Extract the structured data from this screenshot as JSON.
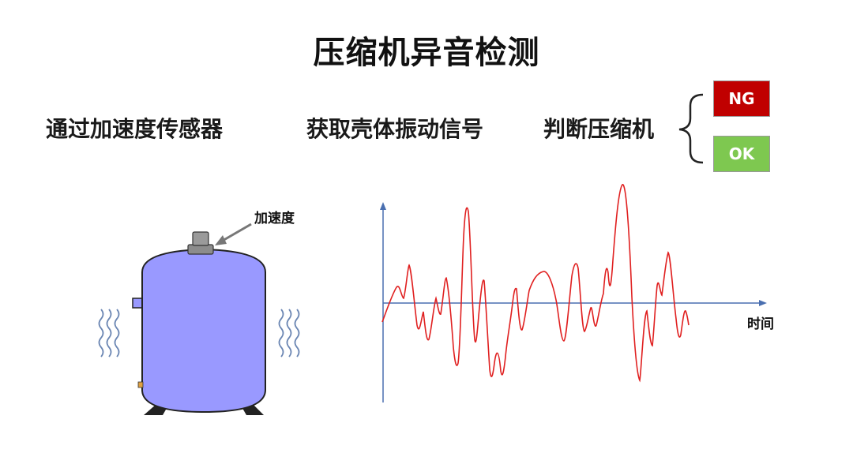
{
  "title": "压缩机异音检测",
  "steps": [
    "通过加速度传感器",
    "获取壳体振动信号",
    "判断压缩机"
  ],
  "results": {
    "ng": {
      "label": "NG",
      "color": "#c00000"
    },
    "ok": {
      "label": "OK",
      "color": "#7ec850"
    }
  },
  "compressor": {
    "sensor_label": "加速度",
    "body_color": "#9999ff"
  },
  "signal_chart": {
    "x_axis_label": "时间",
    "axis_color": "#4a6fb0",
    "signal_color": "#e02020"
  }
}
